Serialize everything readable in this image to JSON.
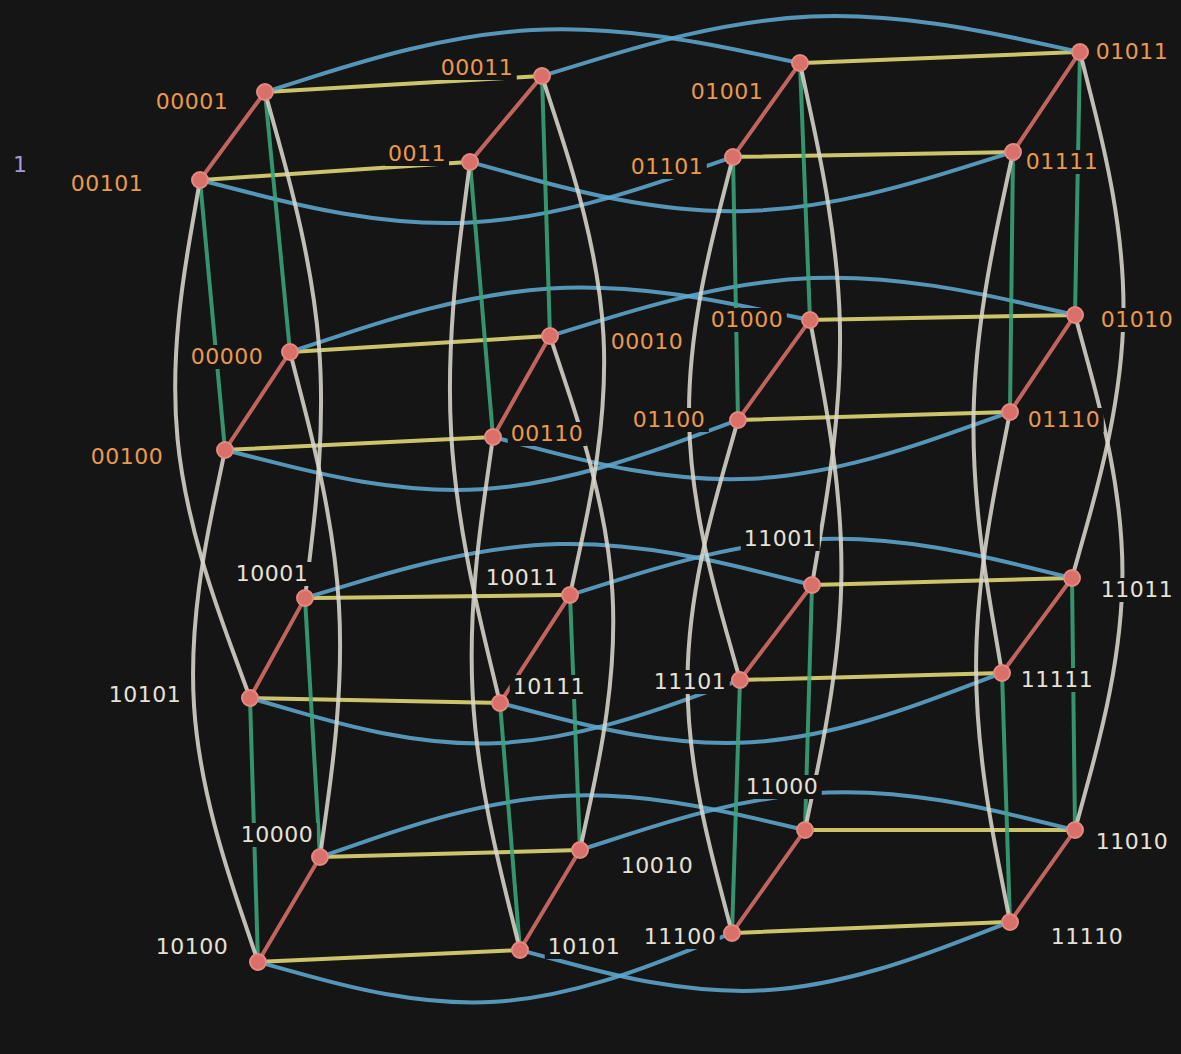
{
  "diagram": {
    "nodes": [
      {
        "text": [
          "00001"
        ]
      },
      {
        "text": [
          "00011"
        ]
      },
      {
        "text": [
          "01001"
        ]
      },
      {
        "text": [
          "01011"
        ]
      },
      {
        "text": [
          "00101"
        ]
      },
      {
        "text": [
          "0011"
        ]
      },
      {
        "text": [
          "01101"
        ]
      },
      {
        "text": [
          "01111"
        ]
      },
      {
        "text": [
          "00000"
        ]
      },
      {
        "text": [
          "00010"
        ]
      },
      {
        "text": [
          "01000"
        ]
      },
      {
        "text": [
          "01010"
        ]
      },
      {
        "text": [
          "00100"
        ]
      },
      {
        "text": [
          "00110"
        ]
      },
      {
        "text": [
          "01100"
        ]
      },
      {
        "text": [
          "01110"
        ]
      },
      {
        "text": [
          "10001"
        ]
      },
      {
        "text": [
          "10011"
        ]
      },
      {
        "text": [
          "11001"
        ]
      },
      {
        "text": [
          "11011"
        ]
      },
      {
        "text": [
          "10101"
        ]
      },
      {
        "text": [
          "10111"
        ]
      },
      {
        "text": [
          "11101"
        ]
      },
      {
        "text": [
          "11111"
        ]
      },
      {
        "text": [
          "10000"
        ]
      },
      {
        "text": [
          "10010"
        ]
      },
      {
        "text": [
          "11000"
        ]
      },
      {
        "text": [
          "11010"
        ]
      },
      {
        "text": [
          "10100"
        ]
      },
      {
        "text": [
          "10101"
        ]
      },
      {
        "text": [
          "11100"
        ]
      },
      {
        "text": [
          "11110"
        ]
      }
    ],
    "edges": [
      {
        "from": 0,
        "to": 1,
        "arrow": "none"
      },
      {
        "from": 2,
        "to": 3,
        "arrow": "none"
      },
      {
        "from": 4,
        "to": 5,
        "arrow": "none"
      },
      {
        "from": 6,
        "to": 7,
        "arrow": "none"
      },
      {
        "from": 8,
        "to": 9,
        "arrow": "none"
      },
      {
        "from": 10,
        "to": 11,
        "arrow": "none"
      },
      {
        "from": 12,
        "to": 13,
        "arrow": "none"
      },
      {
        "from": 14,
        "to": 15,
        "arrow": "none"
      },
      {
        "from": 16,
        "to": 17,
        "arrow": "none"
      },
      {
        "from": 18,
        "to": 19,
        "arrow": "none"
      },
      {
        "from": 20,
        "to": 21,
        "arrow": "none"
      },
      {
        "from": 22,
        "to": 23,
        "arrow": "none"
      },
      {
        "from": 24,
        "to": 25,
        "arrow": "none"
      },
      {
        "from": 26,
        "to": 27,
        "arrow": "none"
      },
      {
        "from": 28,
        "to": 29,
        "arrow": "none"
      },
      {
        "from": 30,
        "to": 31,
        "arrow": "none"
      },
      {
        "from": 0,
        "to": 2,
        "arrow": "none"
      },
      {
        "from": 1,
        "to": 3,
        "arrow": "none"
      },
      {
        "from": 4,
        "to": 6,
        "arrow": "none"
      },
      {
        "from": 5,
        "to": 7,
        "arrow": "none"
      },
      {
        "from": 8,
        "to": 10,
        "arrow": "none"
      },
      {
        "from": 9,
        "to": 11,
        "arrow": "none"
      },
      {
        "from": 12,
        "to": 14,
        "arrow": "none"
      },
      {
        "from": 13,
        "to": 15,
        "arrow": "none"
      },
      {
        "from": 16,
        "to": 18,
        "arrow": "none"
      },
      {
        "from": 17,
        "to": 19,
        "arrow": "none"
      },
      {
        "from": 20,
        "to": 22,
        "arrow": "none"
      },
      {
        "from": 21,
        "to": 23,
        "arrow": "none"
      },
      {
        "from": 24,
        "to": 26,
        "arrow": "none"
      },
      {
        "from": 25,
        "to": 27,
        "arrow": "none"
      },
      {
        "from": 28,
        "to": 30,
        "arrow": "none"
      },
      {
        "from": 29,
        "to": 31,
        "arrow": "none"
      },
      {
        "from": 0,
        "to": 4,
        "arrow": "none"
      },
      {
        "from": 1,
        "to": 5,
        "arrow": "none"
      },
      {
        "from": 2,
        "to": 6,
        "arrow": "none"
      },
      {
        "from": 3,
        "to": 7,
        "arrow": "none"
      },
      {
        "from": 8,
        "to": 12,
        "arrow": "none"
      },
      {
        "from": 9,
        "to": 13,
        "arrow": "none"
      },
      {
        "from": 10,
        "to": 14,
        "arrow": "none"
      },
      {
        "from": 11,
        "to": 15,
        "arrow": "none"
      },
      {
        "from": 16,
        "to": 20,
        "arrow": "none"
      },
      {
        "from": 17,
        "to": 21,
        "arrow": "none"
      },
      {
        "from": 18,
        "to": 22,
        "arrow": "none"
      },
      {
        "from": 19,
        "to": 23,
        "arrow": "none"
      },
      {
        "from": 24,
        "to": 28,
        "arrow": "none"
      },
      {
        "from": 25,
        "to": 29,
        "arrow": "none"
      },
      {
        "from": 26,
        "to": 30,
        "arrow": "none"
      },
      {
        "from": 27,
        "to": 31,
        "arrow": "none"
      },
      {
        "from": 0,
        "to": 8,
        "arrow": "none"
      },
      {
        "from": 1,
        "to": 9,
        "arrow": "none"
      },
      {
        "from": 2,
        "to": 10,
        "arrow": "none"
      },
      {
        "from": 3,
        "to": 11,
        "arrow": "none"
      },
      {
        "from": 4,
        "to": 12,
        "arrow": "none"
      },
      {
        "from": 5,
        "to": 13,
        "arrow": "none"
      },
      {
        "from": 6,
        "to": 14,
        "arrow": "none"
      },
      {
        "from": 7,
        "to": 15,
        "arrow": "none"
      },
      {
        "from": 16,
        "to": 24,
        "arrow": "none"
      },
      {
        "from": 17,
        "to": 25,
        "arrow": "none"
      },
      {
        "from": 18,
        "to": 26,
        "arrow": "none"
      },
      {
        "from": 19,
        "to": 27,
        "arrow": "none"
      },
      {
        "from": 20,
        "to": 28,
        "arrow": "none"
      },
      {
        "from": 21,
        "to": 29,
        "arrow": "none"
      },
      {
        "from": 22,
        "to": 30,
        "arrow": "none"
      },
      {
        "from": 23,
        "to": 31,
        "arrow": "none"
      },
      {
        "from": 0,
        "to": 16,
        "arrow": "none"
      },
      {
        "from": 1,
        "to": 17,
        "arrow": "none"
      },
      {
        "from": 2,
        "to": 18,
        "arrow": "none"
      },
      {
        "from": 3,
        "to": 19,
        "arrow": "none"
      },
      {
        "from": 4,
        "to": 20,
        "arrow": "none"
      },
      {
        "from": 5,
        "to": 21,
        "arrow": "none"
      },
      {
        "from": 6,
        "to": 22,
        "arrow": "none"
      },
      {
        "from": 7,
        "to": 23,
        "arrow": "none"
      },
      {
        "from": 8,
        "to": 24,
        "arrow": "none"
      },
      {
        "from": 9,
        "to": 25,
        "arrow": "none"
      },
      {
        "from": 10,
        "to": 26,
        "arrow": "none"
      },
      {
        "from": 11,
        "to": 27,
        "arrow": "none"
      },
      {
        "from": 12,
        "to": 28,
        "arrow": "none"
      },
      {
        "from": 13,
        "to": 29,
        "arrow": "none"
      },
      {
        "from": 14,
        "to": 30,
        "arrow": "none"
      },
      {
        "from": 15,
        "to": 31,
        "arrow": "none"
      }
    ],
    "labels": [
      "1"
    ]
  }
}
